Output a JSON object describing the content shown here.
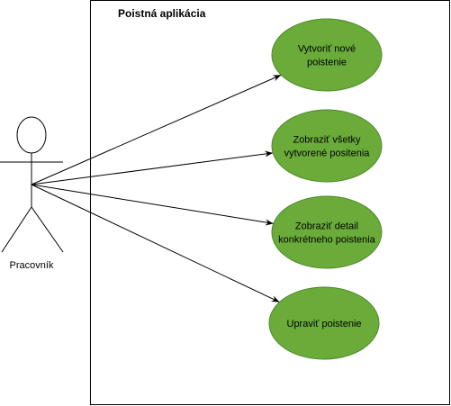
{
  "system": {
    "title": "Poistná aplikácia"
  },
  "actor": {
    "label": "Pracovník"
  },
  "use_cases": [
    {
      "lines": [
        "Vytvoriť nové",
        "poistenie"
      ]
    },
    {
      "lines": [
        "Zobraziť všetky",
        "vytvorené positenia"
      ]
    },
    {
      "lines": [
        "Zobraziť detail",
        "konkrétneho poistenia"
      ]
    },
    {
      "lines": [
        "Upraviť poistenie"
      ]
    }
  ],
  "colors": {
    "use_case_fill": "#6aab3a",
    "use_case_stroke": "#4e8a2a",
    "line": "#000000"
  }
}
